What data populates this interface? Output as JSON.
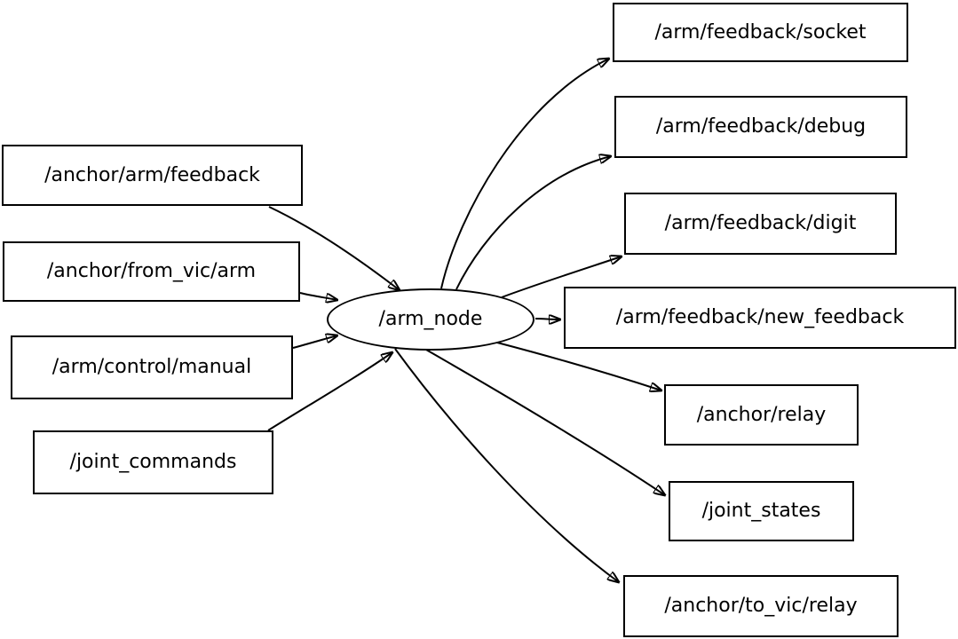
{
  "diagram": {
    "center_node": {
      "label": "/arm_node",
      "shape": "ellipse"
    },
    "input_topics": [
      {
        "label": "/anchor/arm/feedback"
      },
      {
        "label": "/anchor/from_vic/arm"
      },
      {
        "label": "/arm/control/manual"
      },
      {
        "label": "/joint_commands"
      }
    ],
    "output_topics": [
      {
        "label": "/arm/feedback/socket"
      },
      {
        "label": "/arm/feedback/debug"
      },
      {
        "label": "/arm/feedback/digit"
      },
      {
        "label": "/arm/feedback/new_feedback"
      },
      {
        "label": "/anchor/relay"
      },
      {
        "label": "/joint_states"
      },
      {
        "label": "/anchor/to_vic/relay"
      }
    ],
    "edges": [
      {
        "from": "/anchor/arm/feedback",
        "to": "/arm_node"
      },
      {
        "from": "/anchor/from_vic/arm",
        "to": "/arm_node"
      },
      {
        "from": "/arm/control/manual",
        "to": "/arm_node"
      },
      {
        "from": "/joint_commands",
        "to": "/arm_node"
      },
      {
        "from": "/arm_node",
        "to": "/arm/feedback/socket"
      },
      {
        "from": "/arm_node",
        "to": "/arm/feedback/debug"
      },
      {
        "from": "/arm_node",
        "to": "/arm/feedback/digit"
      },
      {
        "from": "/arm_node",
        "to": "/arm/feedback/new_feedback"
      },
      {
        "from": "/arm_node",
        "to": "/anchor/relay"
      },
      {
        "from": "/arm_node",
        "to": "/joint_states"
      },
      {
        "from": "/arm_node",
        "to": "/anchor/to_vic/relay"
      }
    ],
    "colors": {
      "background": "#ffffff",
      "stroke": "#000000",
      "text": "#000000"
    }
  }
}
